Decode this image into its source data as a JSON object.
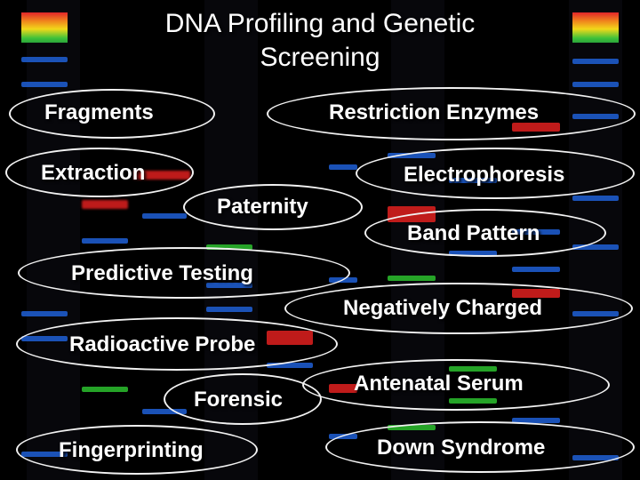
{
  "slide": {
    "title_line1": "DNA Profiling and Genetic",
    "title_line2": "Screening",
    "terms": {
      "fragments": "Fragments",
      "restriction_enzymes": "Restriction Enzymes",
      "extraction": "Extraction",
      "electrophoresis": "Electrophoresis",
      "paternity": "Paternity",
      "band_pattern": "Band Pattern",
      "predictive_testing": "Predictive Testing",
      "negatively_charged": "Negatively Charged",
      "radioactive_probe": "Radioactive Probe",
      "antenatal_serum": "Antenatal Serum",
      "forensic": "Forensic",
      "down_syndrome": "Down Syndrome",
      "fingerprinting": "Fingerprinting"
    }
  },
  "colors": {
    "background": "#000000",
    "text": "#ffffff",
    "oval_outline": "#f2f2f2",
    "band_blue": "#1f5fd6",
    "band_red": "#e0201f",
    "band_green": "#2bbf2e"
  }
}
